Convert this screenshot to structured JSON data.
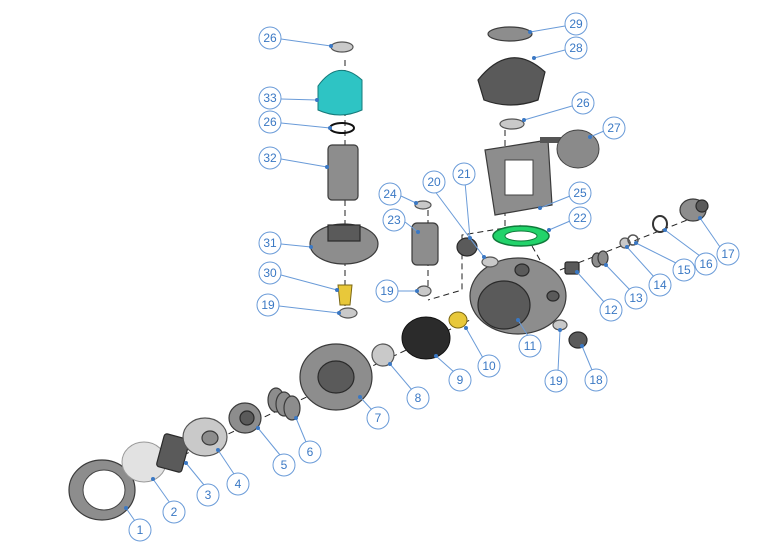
{
  "callouts": [
    {
      "label": "1"
    },
    {
      "label": "2"
    },
    {
      "label": "3"
    },
    {
      "label": "4"
    },
    {
      "label": "5"
    },
    {
      "label": "6"
    },
    {
      "label": "7"
    },
    {
      "label": "8"
    },
    {
      "label": "9"
    },
    {
      "label": "10"
    },
    {
      "label": "11"
    },
    {
      "label": "12"
    },
    {
      "label": "13"
    },
    {
      "label": "14"
    },
    {
      "label": "15"
    },
    {
      "label": "16"
    },
    {
      "label": "17"
    },
    {
      "label": "18"
    },
    {
      "label": "19"
    },
    {
      "label": "19"
    },
    {
      "label": "19"
    },
    {
      "label": "20"
    },
    {
      "label": "21"
    },
    {
      "label": "22"
    },
    {
      "label": "23"
    },
    {
      "label": "24"
    },
    {
      "label": "25"
    },
    {
      "label": "26"
    },
    {
      "label": "26"
    },
    {
      "label": "26"
    },
    {
      "label": "27"
    },
    {
      "label": "28"
    },
    {
      "label": "29"
    },
    {
      "label": "30"
    },
    {
      "label": "31"
    },
    {
      "label": "32"
    },
    {
      "label": "33"
    }
  ],
  "colors": {
    "callout_text": "#3a78c4",
    "callout_stroke": "#6a9bd8",
    "metal_grey": "#8d8d8d",
    "dark_grey": "#5a5a5a",
    "cap_teal": "#2ec4c4",
    "ring_green": "#22d36a",
    "brass_yellow": "#e8c83a"
  }
}
